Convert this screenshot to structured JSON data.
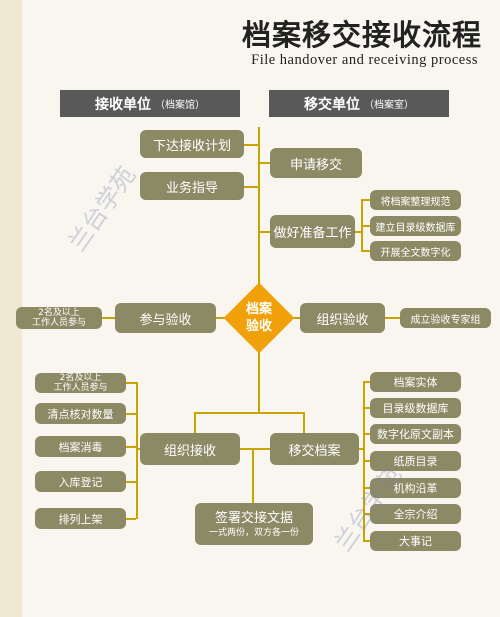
{
  "title_cn": "档案移交接收流程",
  "title_en": "File handover and receiving process",
  "header_receive": {
    "label": "接收单位",
    "sub": "（档案馆）"
  },
  "header_transfer": {
    "label": "移交单位",
    "sub": "（档案室）"
  },
  "center": {
    "line1": "档案",
    "line2": "验收"
  },
  "receive_top": [
    "下达接收计划",
    "业务指导"
  ],
  "transfer_top": {
    "apply": "申请移交",
    "prepare": "做好准备工作",
    "prepare_items": [
      "将档案整理规范",
      "建立目录级数据库",
      "开展全文数字化"
    ]
  },
  "participate": {
    "label": "参与验收",
    "note_line1": "2名及以上",
    "note_line2": "工作人员参与"
  },
  "organize_check": {
    "label": "组织验收",
    "note": "成立验收专家组"
  },
  "organize_receive": {
    "label": "组织接收",
    "items": [
      {
        "line1": "2名及以上",
        "line2": "工作人员参与"
      },
      {
        "line1": "清点核对数量",
        "line2": ""
      },
      {
        "line1": "档案消毒",
        "line2": ""
      },
      {
        "line1": "入库登记",
        "line2": ""
      },
      {
        "line1": "排列上架",
        "line2": ""
      }
    ]
  },
  "transfer_files": {
    "label": "移交档案",
    "items": [
      "档案实体",
      "目录级数据库",
      "数字化原文副本",
      "纸质目录",
      "机构沿革",
      "全宗介绍",
      "大事记"
    ]
  },
  "sign": {
    "label": "签署交接文据",
    "note": "一式两份，双方各一份"
  },
  "watermark": "兰台学苑",
  "colors": {
    "box": "#8c8965",
    "wire": "#c9a400",
    "center": "#f0a10a",
    "header": "#595959"
  }
}
